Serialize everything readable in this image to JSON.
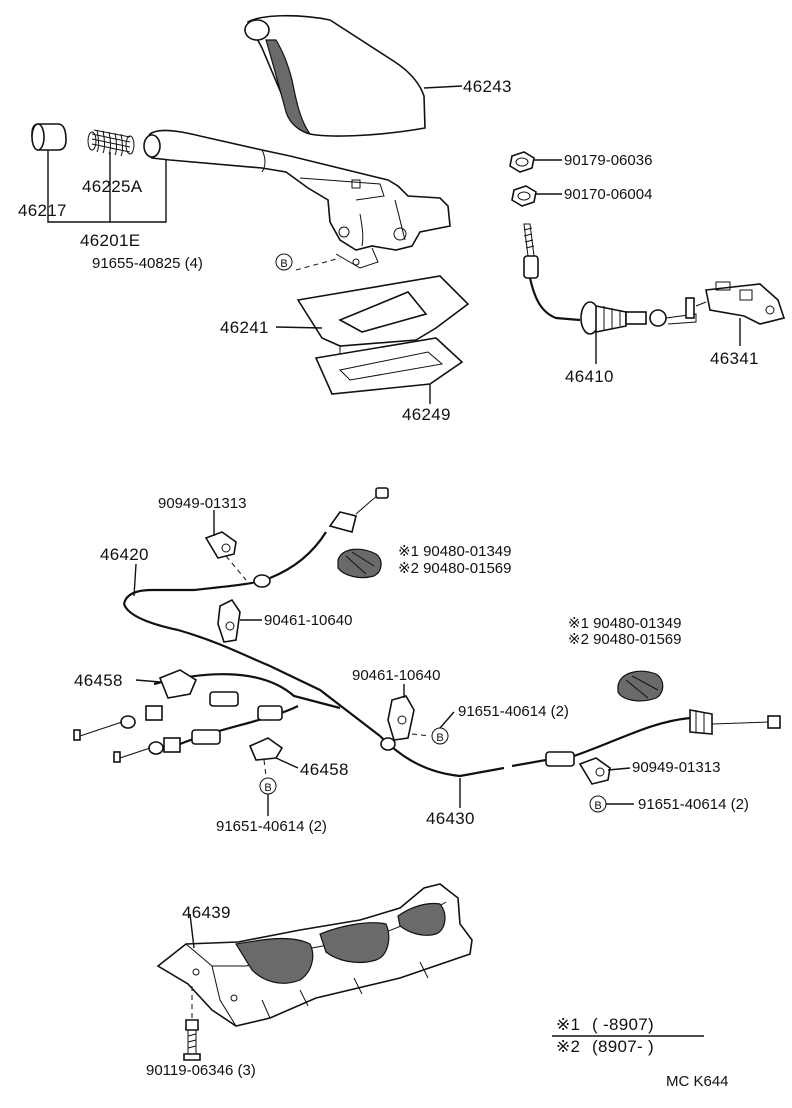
{
  "parts": {
    "lever_boot": "46243",
    "grip": "46217",
    "spring": "46225A",
    "lever_assy": "46201E",
    "bolt_b_top": "91655-40825 (4)",
    "retainer": "46241",
    "cover_seal": "46249",
    "nut_1": "90179-06036",
    "nut_2": "90170-06004",
    "front_cable": "46410",
    "equalizer": "46341",
    "clamp_top": "90949-01313",
    "cable_no2": "46420",
    "grommet_a_1": "※1 90480-01349",
    "grommet_a_2": "※2 90480-01569",
    "clip_left": "90461-10640",
    "bracket_left_top": "46458",
    "clip_mid": "90461-10640",
    "grommet_b_1": "※1 90480-01349",
    "grommet_b_2": "※2 90480-01569",
    "bolt_b_mid": "91651-40614 (2)",
    "clamp_right": "90949-01313",
    "bolt_b_right": "91651-40614 (2)",
    "bracket_left_bottom": "46458",
    "cable_no3": "46430",
    "bolt_b_left": "91651-40614 (2)",
    "heat_insulator": "46439",
    "screw_bottom": "90119-06346 (3)"
  },
  "markers": {
    "bolt_symbol": "B"
  },
  "legend": {
    "note1_mark": "※1",
    "note1_range": "(      -8907)",
    "note2_mark": "※2",
    "note2_range": "(8907-       )"
  },
  "footer": {
    "code": "MC  K644"
  }
}
